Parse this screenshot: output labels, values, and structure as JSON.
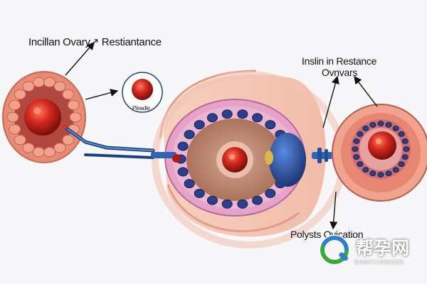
{
  "labels": {
    "top_left": "Incillan Ovary↗ Restiantance",
    "top_right_line1": "Inslin in Restance",
    "top_right_line2": "Ovnvars",
    "bottom": "Polysts Ovication",
    "small_circle": "Pleadle"
  },
  "watermark": {
    "text": "帮孕网",
    "subtext": "BANGYUNWANG"
  },
  "colors": {
    "background": "#f7f7f9",
    "follicle_red": "#d42a20",
    "granulosa_pink": "#ef9c8c",
    "theca_blue": "#2b3f8c",
    "needle_blue": "#2f63b8",
    "watermark_green": "#3aa83a",
    "watermark_blue": "#2f7fd0"
  },
  "icons": {
    "arrows": "arrow-icon",
    "needle": "needle-icon",
    "logo": "logo-q-icon"
  }
}
